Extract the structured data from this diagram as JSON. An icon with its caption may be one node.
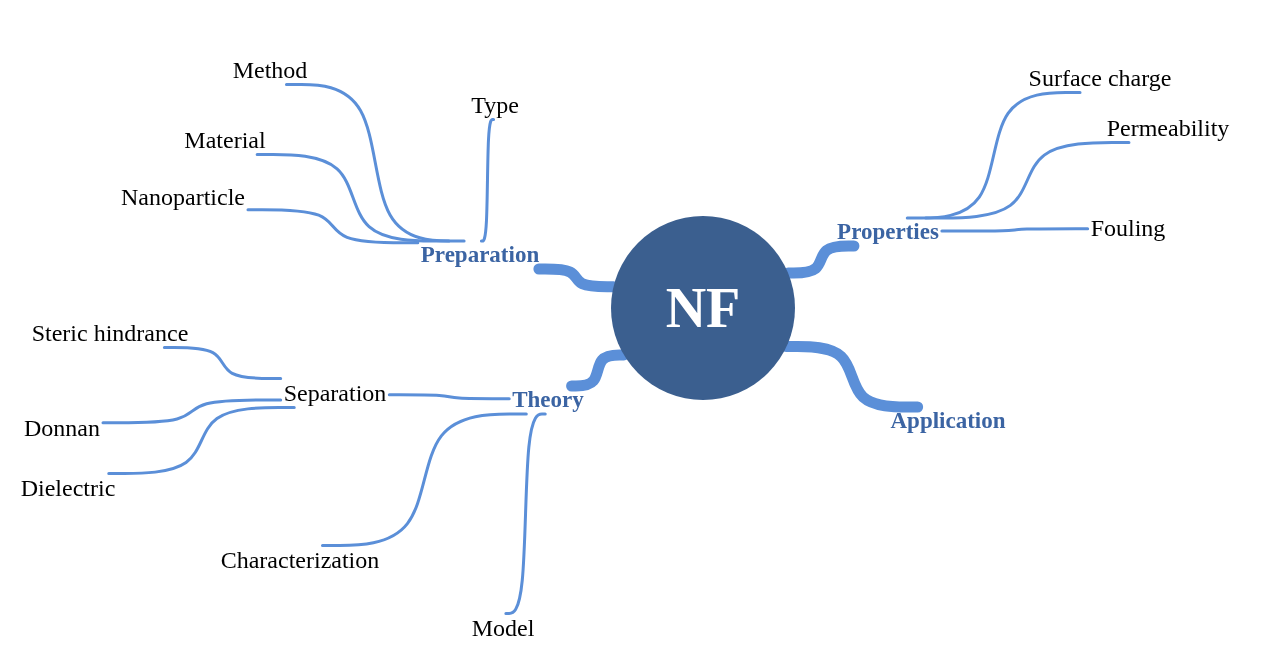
{
  "diagram": {
    "nodes": [
      {
        "text": [
          "NF"
        ]
      },
      {
        "text": [
          "Preparation"
        ]
      },
      {
        "text": [
          "Properties"
        ]
      },
      {
        "text": [
          "Theory"
        ]
      },
      {
        "text": [
          "Application"
        ]
      },
      {
        "text": [
          "Method"
        ]
      },
      {
        "text": [
          "Material"
        ]
      },
      {
        "text": [
          "Nanoparticle"
        ]
      },
      {
        "text": [
          "Type"
        ]
      },
      {
        "text": [
          "Surface charge"
        ]
      },
      {
        "text": [
          "Permeability"
        ]
      },
      {
        "text": [
          "Fouling"
        ]
      },
      {
        "text": [
          "Separation"
        ]
      },
      {
        "text": [
          "Characterization"
        ]
      },
      {
        "text": [
          "Model"
        ]
      },
      {
        "text": [
          "Steric hindrance"
        ]
      },
      {
        "text": [
          "Donnan"
        ]
      },
      {
        "text": [
          "Dielectric"
        ]
      }
    ],
    "edges": [
      {
        "from": 0,
        "to": 1,
        "arrow": "none",
        "style": "thick"
      },
      {
        "from": 0,
        "to": 2,
        "arrow": "none",
        "style": "thick"
      },
      {
        "from": 0,
        "to": 3,
        "arrow": "none",
        "style": "thick"
      },
      {
        "from": 0,
        "to": 4,
        "arrow": "none",
        "style": "thick"
      },
      {
        "from": 1,
        "to": 5,
        "arrow": "none"
      },
      {
        "from": 1,
        "to": 6,
        "arrow": "none"
      },
      {
        "from": 1,
        "to": 7,
        "arrow": "none"
      },
      {
        "from": 1,
        "to": 8,
        "arrow": "none"
      },
      {
        "from": 2,
        "to": 9,
        "arrow": "none"
      },
      {
        "from": 2,
        "to": 10,
        "arrow": "none"
      },
      {
        "from": 2,
        "to": 11,
        "arrow": "none"
      },
      {
        "from": 3,
        "to": 12,
        "arrow": "none"
      },
      {
        "from": 3,
        "to": 13,
        "arrow": "none"
      },
      {
        "from": 3,
        "to": 14,
        "arrow": "none"
      },
      {
        "from": 12,
        "to": 15,
        "arrow": "none"
      },
      {
        "from": 12,
        "to": 16,
        "arrow": "none"
      },
      {
        "from": 12,
        "to": 17,
        "arrow": "none"
      }
    ]
  }
}
